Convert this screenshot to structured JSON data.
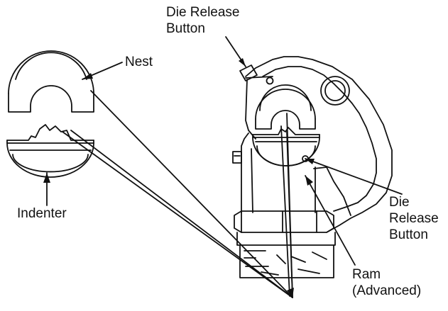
{
  "labels": {
    "die_release_top": {
      "line1": "Die Release",
      "line2": "Button"
    },
    "nest": "Nest",
    "indenter": "Indenter",
    "die_release_right": {
      "line1": "Die",
      "line2": "Release",
      "line3": "Button"
    },
    "ram": {
      "line1": "Ram",
      "line2": "(Advanced)"
    }
  },
  "colors": {
    "line": "#111111",
    "background": "#ffffff"
  }
}
